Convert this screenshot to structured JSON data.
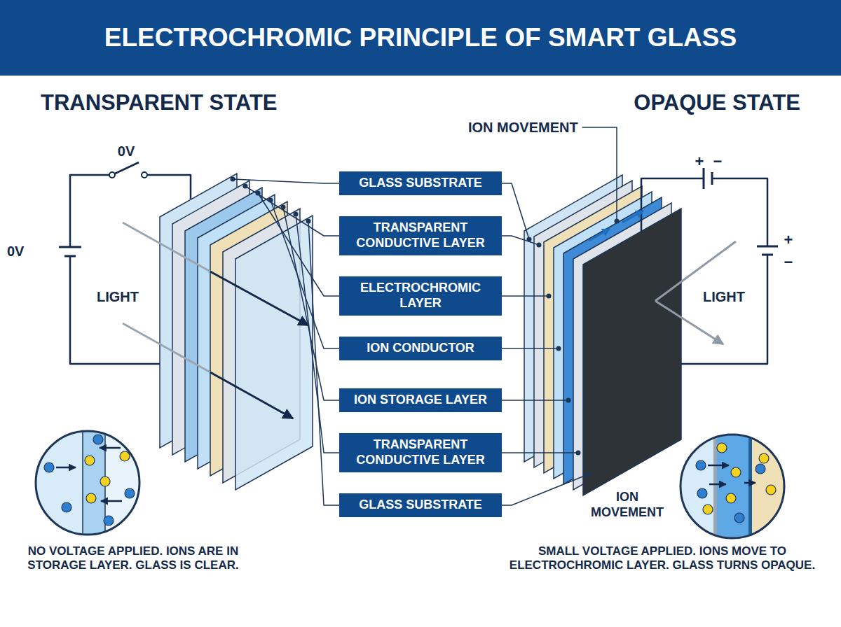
{
  "diagram": {
    "title": "ELECTROCHROMIC PRINCIPLE OF SMART GLASS",
    "nodes": [
      {
        "text": [
          "GLASS SUBSTRATE"
        ]
      },
      {
        "text": [
          "TRANSPARENT CONDUCTIVE LAYER"
        ]
      },
      {
        "text": [
          "ELECTROCHROMIC LAYER"
        ]
      },
      {
        "text": [
          "ION CONDUCTOR"
        ]
      },
      {
        "text": [
          "ION STORAGE LAYER"
        ]
      },
      {
        "text": [
          "TRANSPARENT CONDUCTIVE LAYER"
        ]
      },
      {
        "text": [
          "GLASS SUBSTRATE"
        ]
      }
    ],
    "labels": [
      "TRANSPARENT STATE",
      "OPAQUE STATE",
      "ION MOVEMENT",
      "0V",
      "0V",
      "LIGHT",
      "+",
      "−",
      "+",
      "−",
      "LIGHT",
      "ION MOVEMENT",
      "NO VOLTAGE APPLIED. IONS ARE IN STORAGE LAYER. GLASS IS CLEAR.",
      "SMALL VOLTAGE APPLIED. IONS MOVE TO ELECTROCHROMIC LAYER. GLASS TURNS OPAQUE."
    ]
  }
}
